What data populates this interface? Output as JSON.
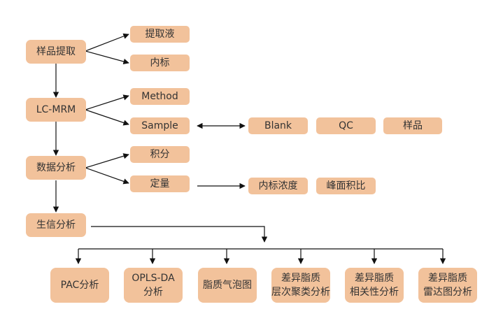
{
  "colors": {
    "box_fill": "#f2c29b",
    "text": "#333333",
    "line": "#111111"
  },
  "nodes": {
    "sample_extraction": "样品提取",
    "extract_liquid": "提取液",
    "internal_standard": "内标",
    "lc_mrm": "LC-MRM",
    "method": "Method",
    "sample": "Sample",
    "blank": "Blank",
    "qc": "QC",
    "sample_item": "样品",
    "data_analysis": "数据分析",
    "integration": "积分",
    "quantification": "定量",
    "is_concentration": "内标浓度",
    "peak_area_ratio": "峰面积比",
    "bioinformatics": "生信分析",
    "pac_analysis": "PAC分析",
    "oplsda": "OPLS-DA\n分析",
    "lipid_bubble": "脂质气泡图",
    "diff_cluster": "差异脂质\n层次聚类分析",
    "diff_correlation": "差异脂质\n相关性分析",
    "diff_radar": "差异脂质\n雷达图分析"
  }
}
